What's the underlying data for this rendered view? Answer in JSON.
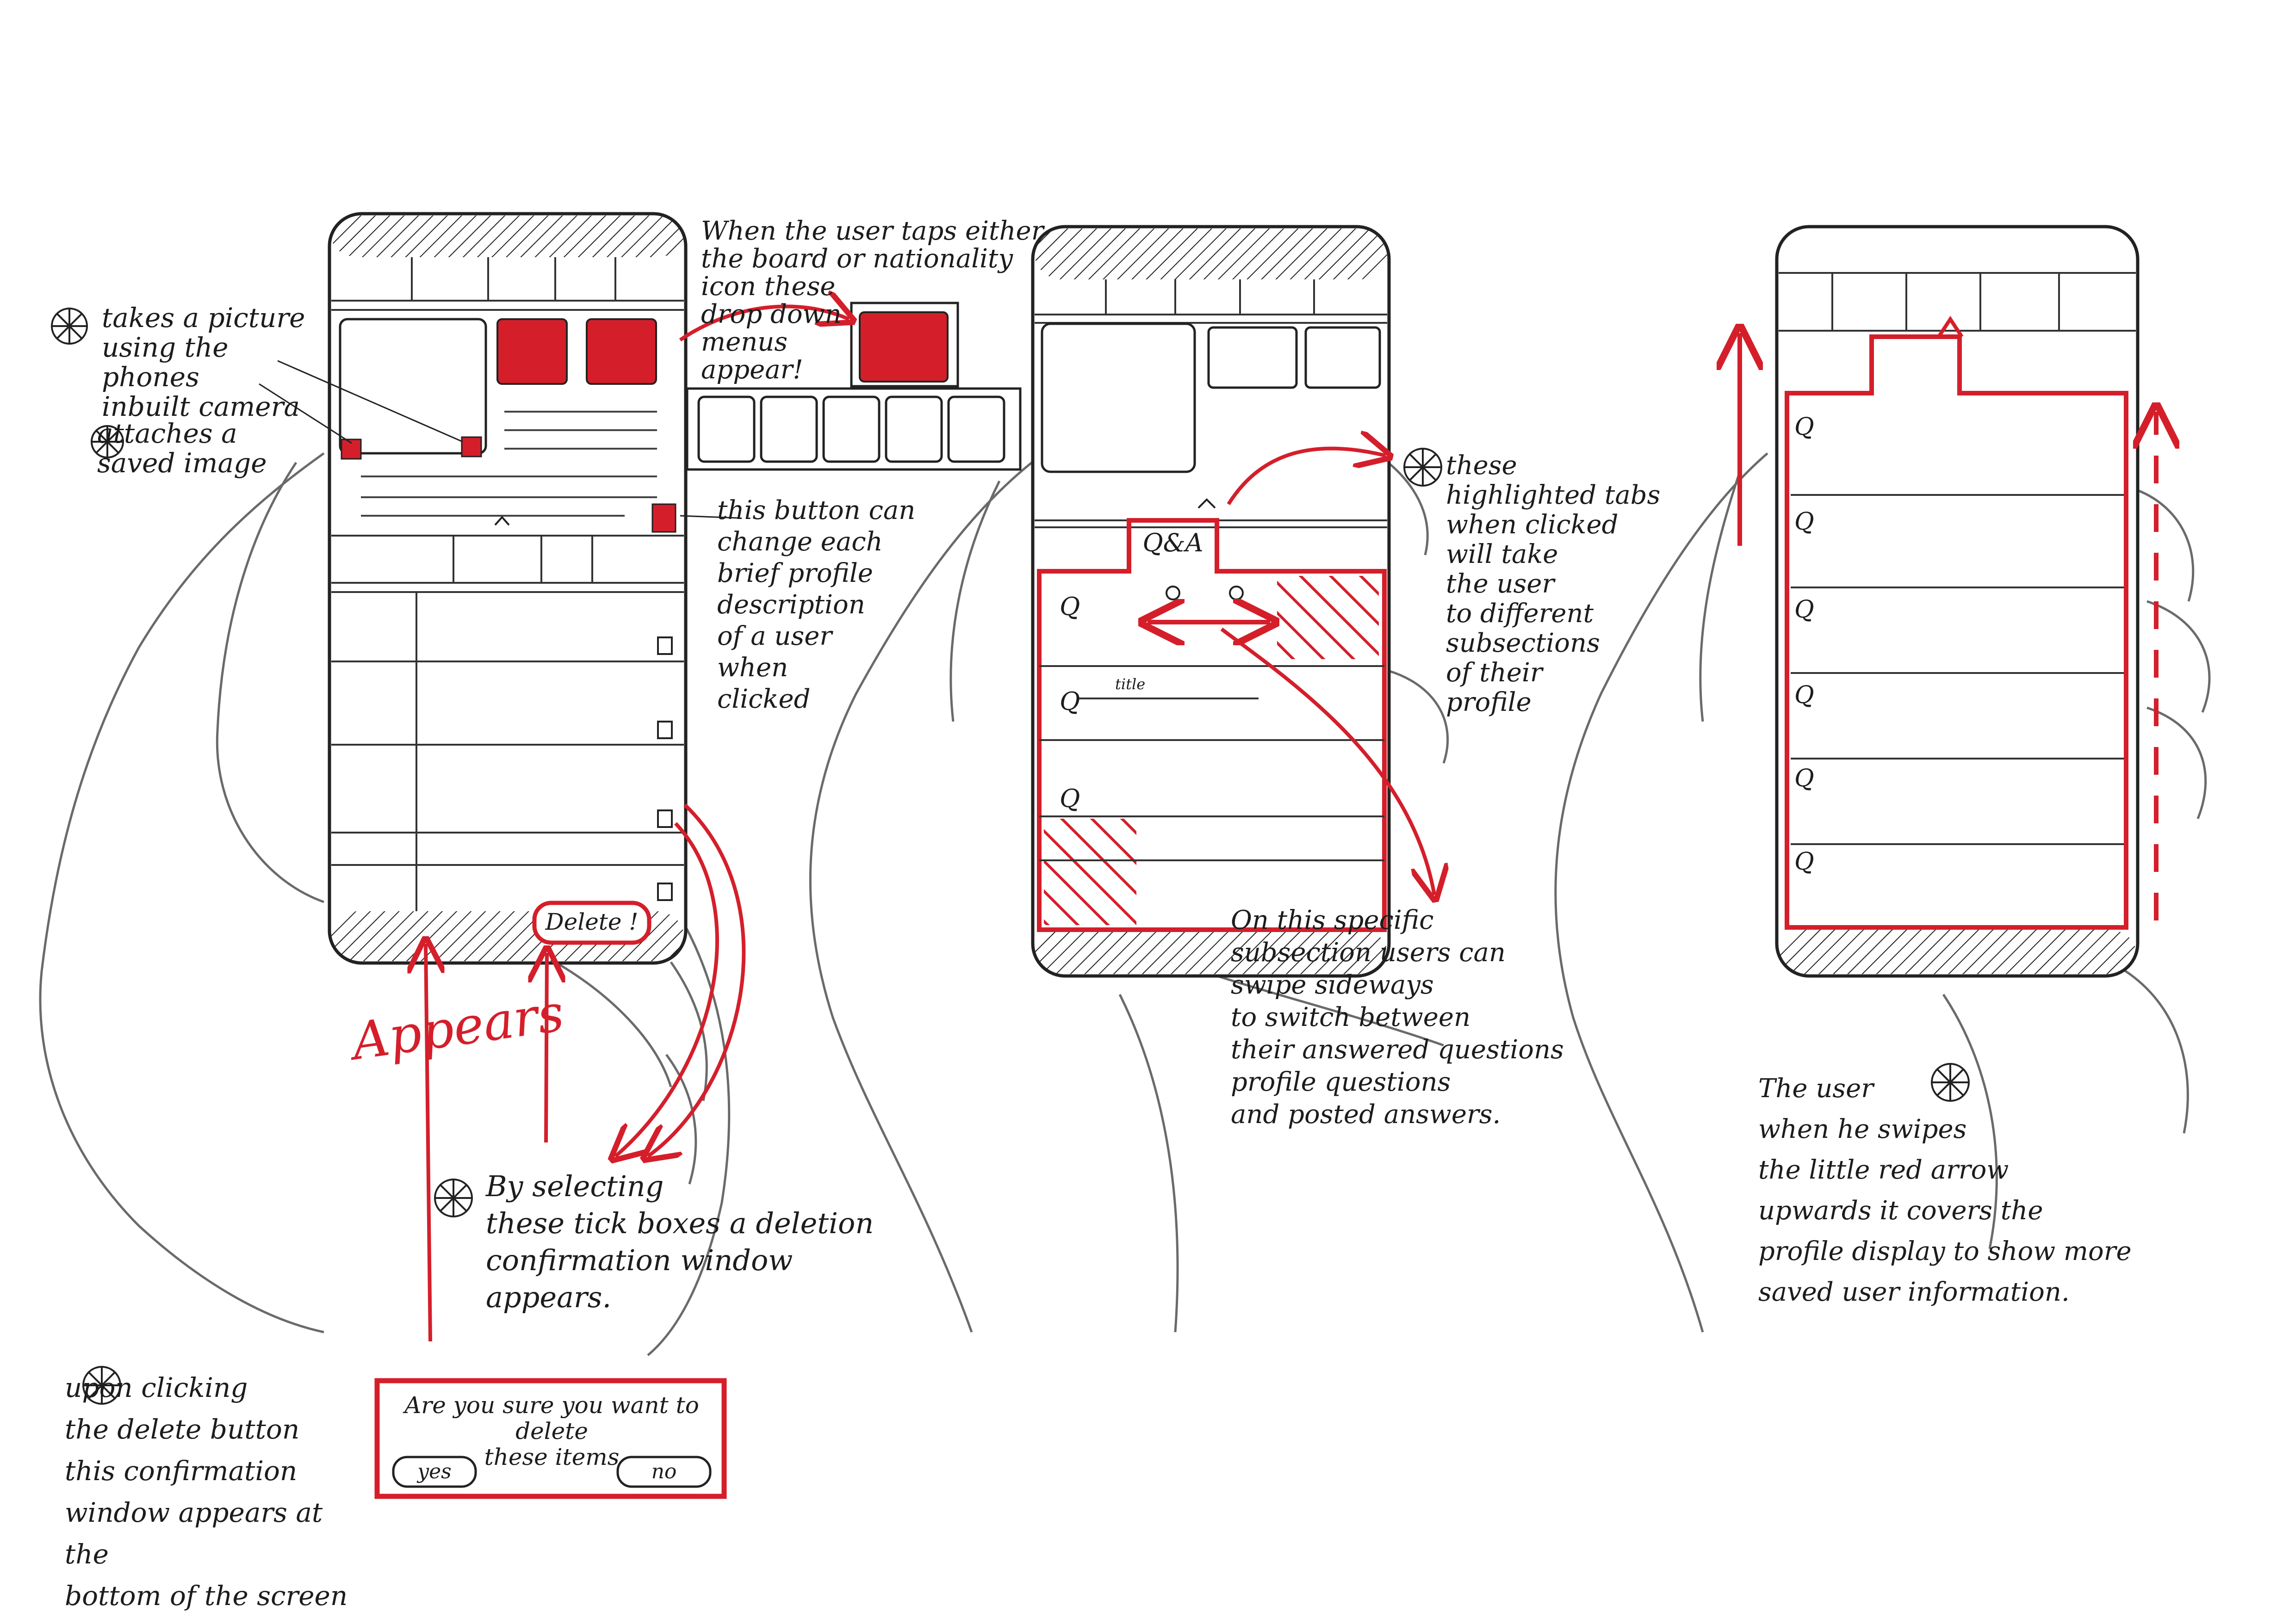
{
  "colors": {
    "ink": "#1c1c1c",
    "pencil": "#555555",
    "red": "#d41f2b",
    "paper": "#ffffff"
  },
  "annotations": {
    "camera": "takes a picture\nusing the phones\ninbuilt camera",
    "attach": "attaches a\nsaved image",
    "dropdown": "When the user taps either\nthe board or nationality\nicon these\ndrop down\nmenus\nappear!",
    "profile_button": "this button can\nchange each\nbrief profile\ndescription\nof a user\nwhen\nclicked",
    "appears": "Appears",
    "tick_boxes": "By selecting\nthese tick boxes a deletion\nconfirmation window appears.",
    "delete_button_note": "upon clicking\nthe delete button\nthis confirmation\nwindow appears at the\nbottom of the screen",
    "tabs_note": "these\nhighlighted tabs\nwhen clicked\nwill take\nthe user\nto different\nsubsections\nof their\nprofile",
    "swipe_note": "On this specific\nsubsection users can\nswipe sideways\nto switch between\ntheir answered questions\nprofile questions\nand posted answers.",
    "arrow_note": "The user\nwhen he swipes\nthe little red arrow\nupwards it covers the\nprofile display to show more\nsaved user information."
  },
  "phone1": {
    "delete_label": "Delete !"
  },
  "phone2": {
    "tab_label": "Q&A",
    "question_mark": "Q",
    "title_label": "title"
  },
  "phone3": {
    "question_mark": "Q"
  },
  "dialog": {
    "message": "Are you sure you want to delete\nthese items",
    "yes_label": "yes",
    "no_label": "no"
  }
}
